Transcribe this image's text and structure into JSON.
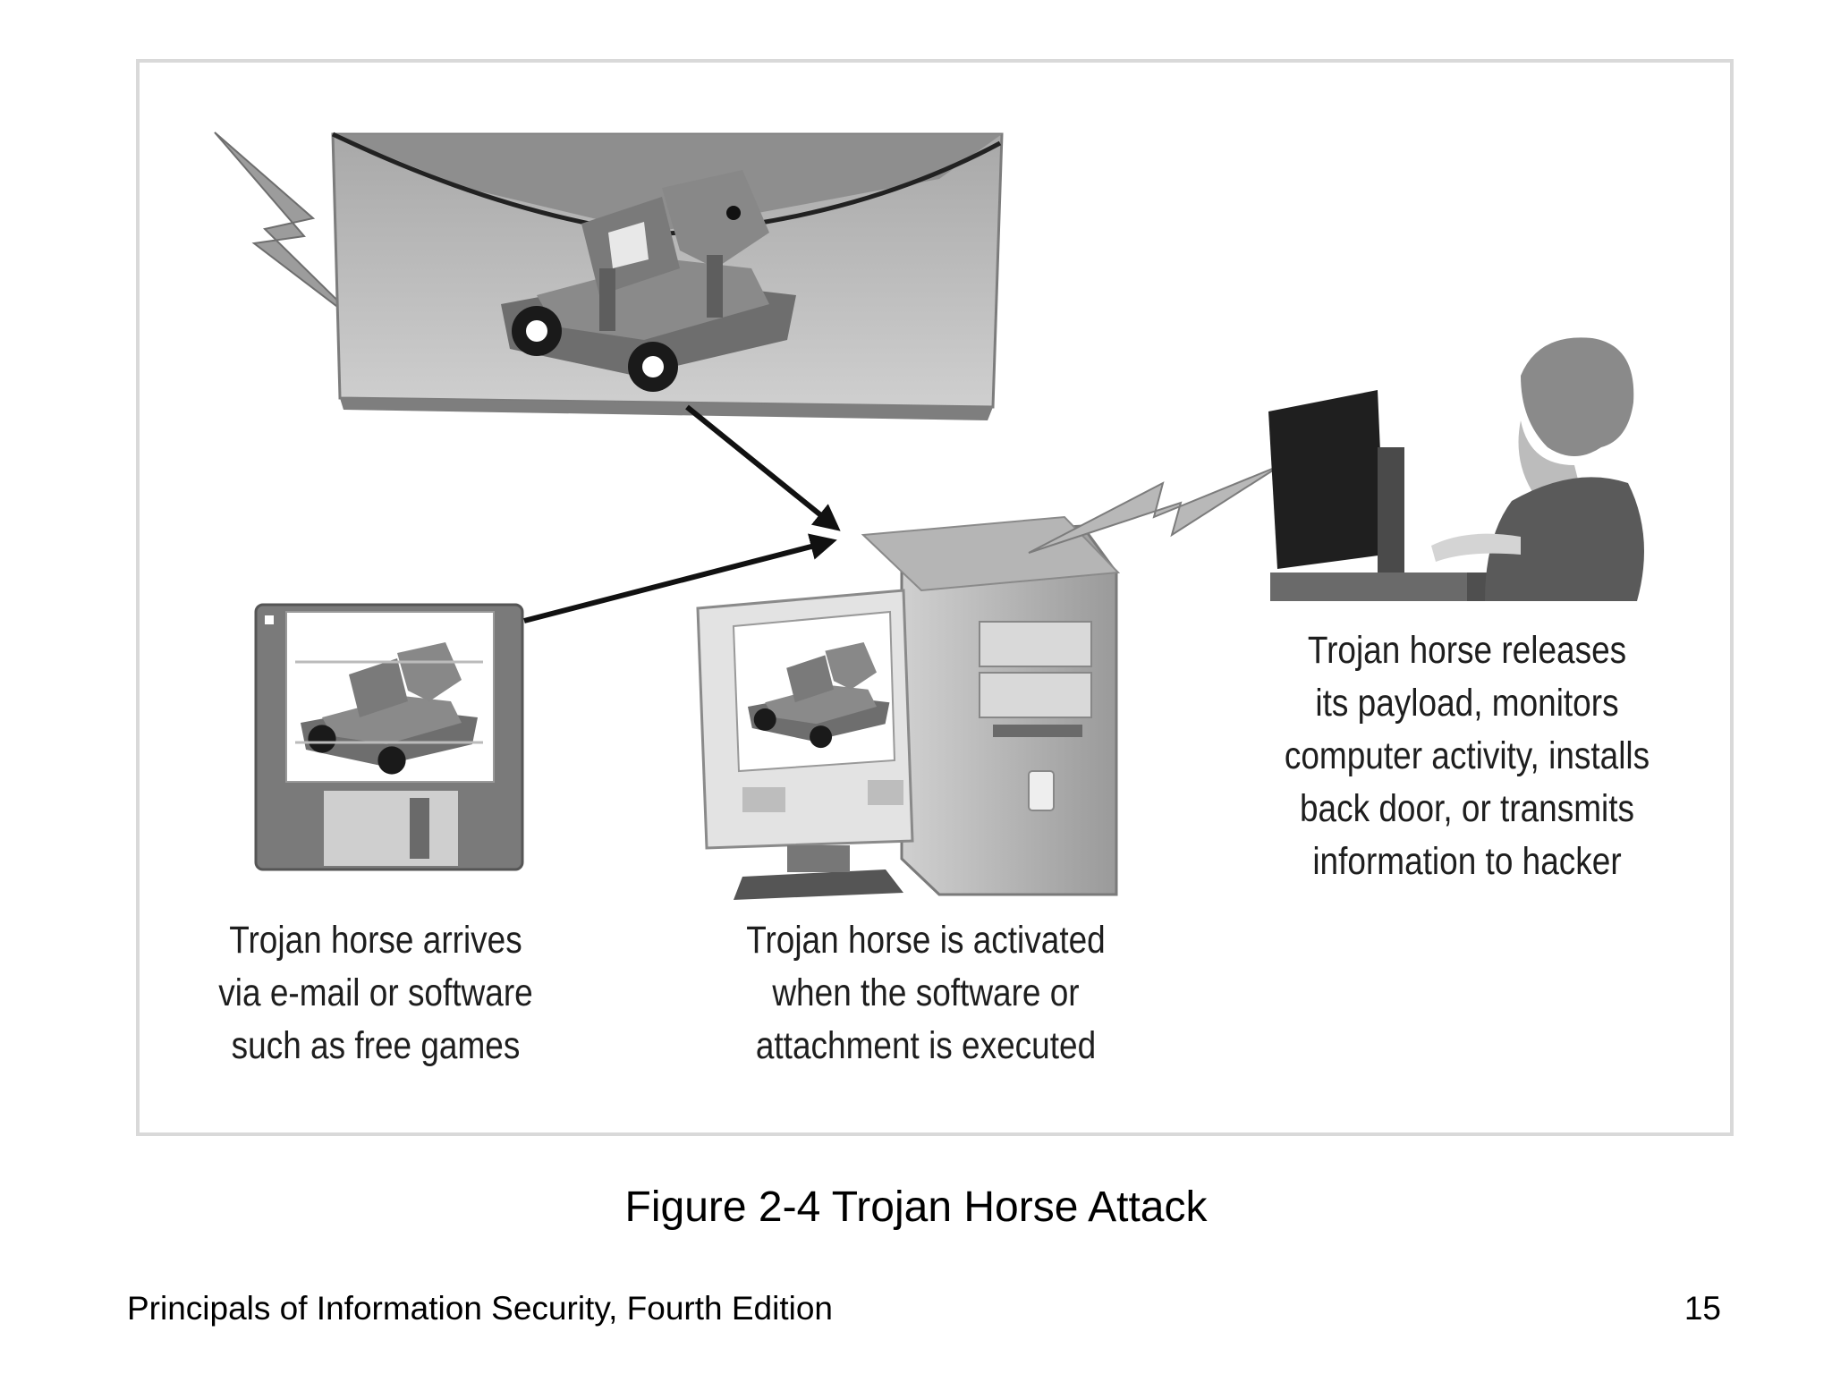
{
  "figure": {
    "caption": "Figure 2-4 Trojan Horse Attack"
  },
  "steps": {
    "arrives": {
      "line1": "Trojan horse arrives",
      "line2": "via e-mail or software",
      "line3": "such as free games"
    },
    "activated": {
      "line1": "Trojan horse is activated",
      "line2": "when the software or",
      "line3": "attachment is executed"
    },
    "payload": {
      "line1": "Trojan horse releases",
      "line2": "its payload, monitors",
      "line3": "computer activity, installs",
      "line4": "back door, or transmits",
      "line5": "information to hacker"
    }
  },
  "footer": {
    "source": "Principals of Information Security, Fourth Edition",
    "page_number": "15"
  },
  "icons": [
    "email-envelope-icon",
    "trojan-horse-icon",
    "floppy-disk-icon",
    "computer-icon",
    "hacker-icon",
    "lightning-bolt-icon",
    "arrow-icon"
  ],
  "colors": {
    "frame_border": "#d9d9d9",
    "illustration_gray": "#8c8c8c",
    "text": "#1e1e1e"
  }
}
